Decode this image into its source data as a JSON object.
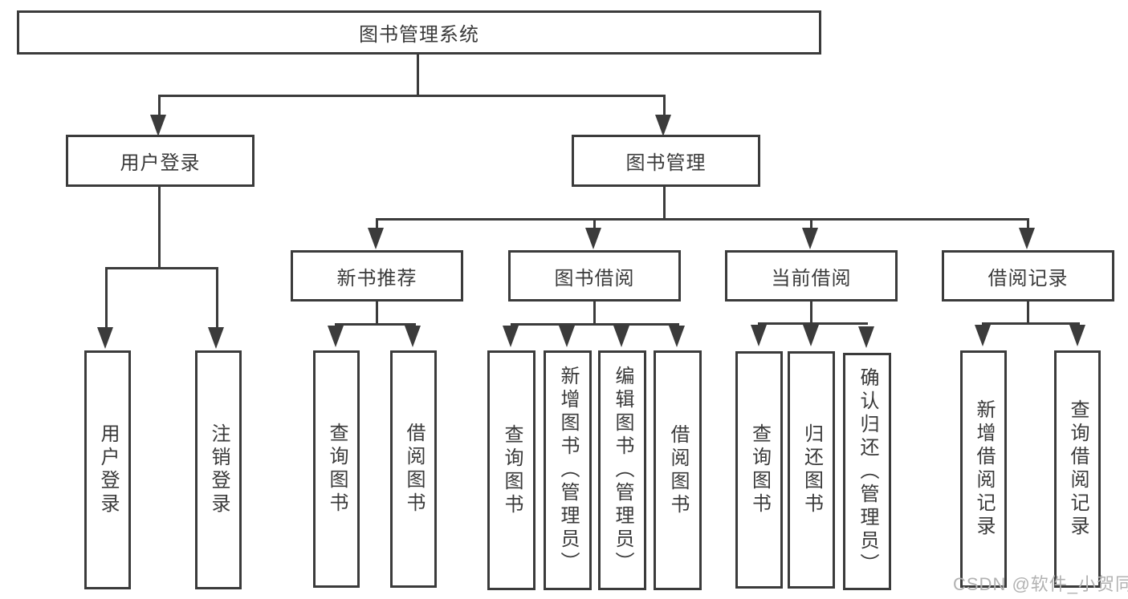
{
  "colors": {
    "line": "#3b3b3b",
    "text": "#3a3a3a",
    "watermark": "#b2b2b2",
    "background": "#ffffff"
  },
  "watermark": {
    "text": "CSDN @软件_小贺同学"
  },
  "tree": {
    "label": "图书管理系统",
    "children": [
      {
        "label": "用户登录",
        "children": [
          {
            "label": "用户登录"
          },
          {
            "label": "注销登录"
          }
        ]
      },
      {
        "label": "图书管理",
        "children": [
          {
            "label": "新书推荐",
            "children": [
              {
                "label": "查询图书"
              },
              {
                "label": "借阅图书"
              }
            ]
          },
          {
            "label": "图书借阅",
            "children": [
              {
                "label": "查询图书"
              },
              {
                "label": "新增图书（管理员）"
              },
              {
                "label": "编辑图书（管理员）"
              },
              {
                "label": "借阅图书"
              }
            ]
          },
          {
            "label": "当前借阅",
            "children": [
              {
                "label": "查询图书"
              },
              {
                "label": "归还图书"
              },
              {
                "label": "确认归还（管理员）"
              }
            ]
          },
          {
            "label": "借阅记录",
            "children": [
              {
                "label": "新增借阅记录"
              },
              {
                "label": "查询借阅记录"
              }
            ]
          }
        ]
      }
    ]
  }
}
